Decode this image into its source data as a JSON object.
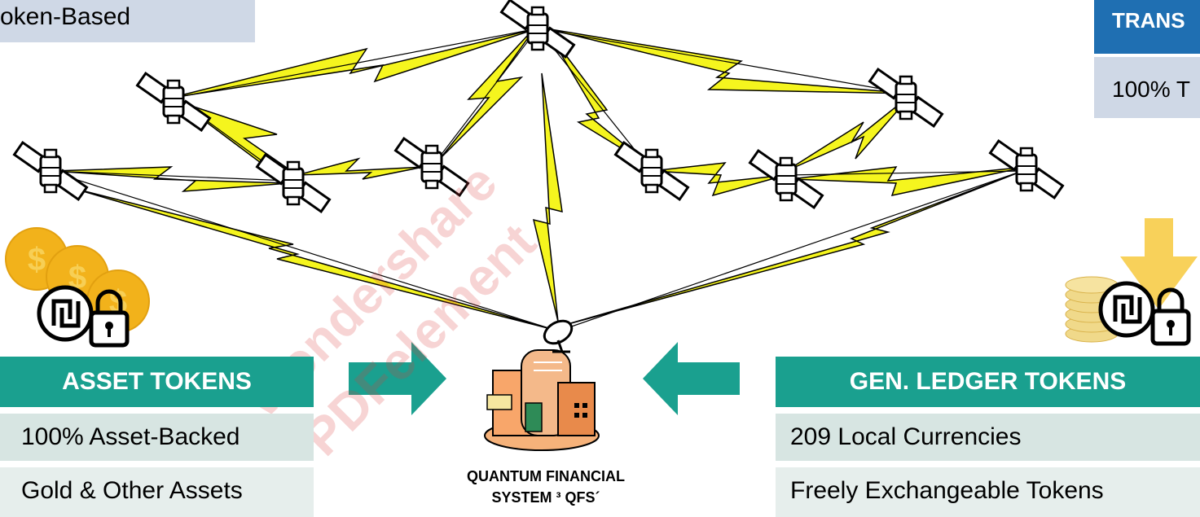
{
  "top_left_label": "oken-Based",
  "top_right": {
    "header": "TRANS",
    "body": "100% T"
  },
  "left_panel": {
    "header": "ASSET TOKENS",
    "rows": [
      "100% Asset-Backed",
      "Gold & Other Assets"
    ]
  },
  "right_panel": {
    "header": "GEN. LEDGER TOKENS",
    "rows": [
      "209 Local Currencies",
      "Freely Exchangeable Tokens"
    ]
  },
  "center": {
    "line1": "QUANTUM FINANCIAL",
    "line2": "SYSTEM ³  QFS´"
  },
  "watermark": {
    "line1": "Wondershare",
    "line2": "PDFelement"
  },
  "colors": {
    "teal": "#1aa08f",
    "blue": "#1f6fb2",
    "pale_blue": "#cfd8e6",
    "lightning": "#f5f51e",
    "coin": "#f2b21b"
  }
}
